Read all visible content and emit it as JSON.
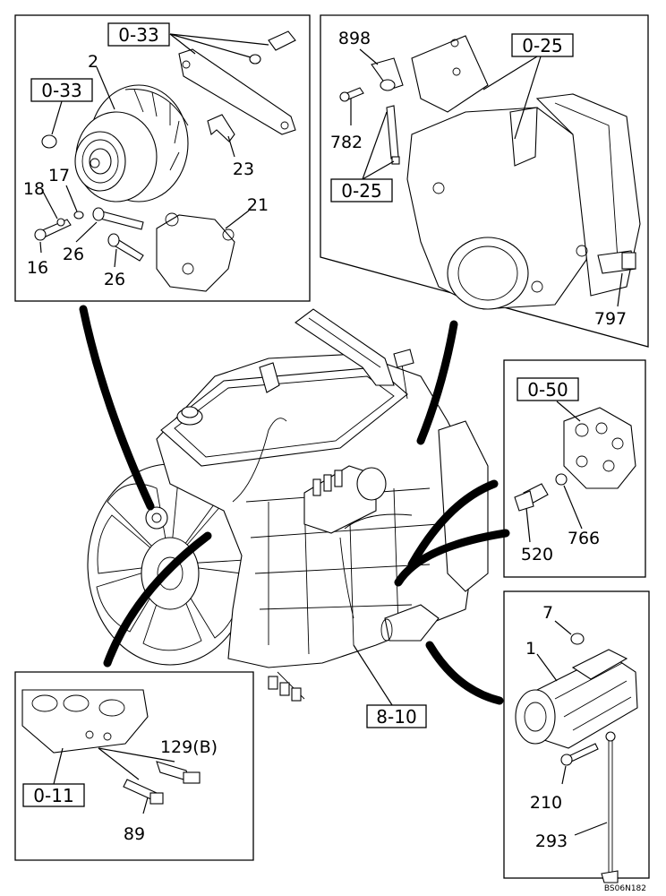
{
  "drawing_code": "BS06N182",
  "ref_boxes": {
    "tl_top": "0-33",
    "tl_left": "0-33",
    "tr_top": "0-25",
    "tr_bottom": "0-25",
    "r_box": "0-50",
    "bl_box": "0-11",
    "center_box": "8-10"
  },
  "labels": {
    "alternator": "2",
    "bolt_18": "18",
    "washer_17": "17",
    "bolt_16": "16",
    "bolt_26a": "26",
    "bolt_26b": "26",
    "bracket_23": "23",
    "bracket_21": "21",
    "sensor_898": "898",
    "bolt_782": "782",
    "sensor_797": "797",
    "switch_520": "520",
    "washer_766": "766",
    "nut_7": "7",
    "starter_1": "1",
    "bolt_210": "210",
    "cable_293": "293",
    "sensor_129b": "129(B)",
    "sensor_89": "89"
  }
}
